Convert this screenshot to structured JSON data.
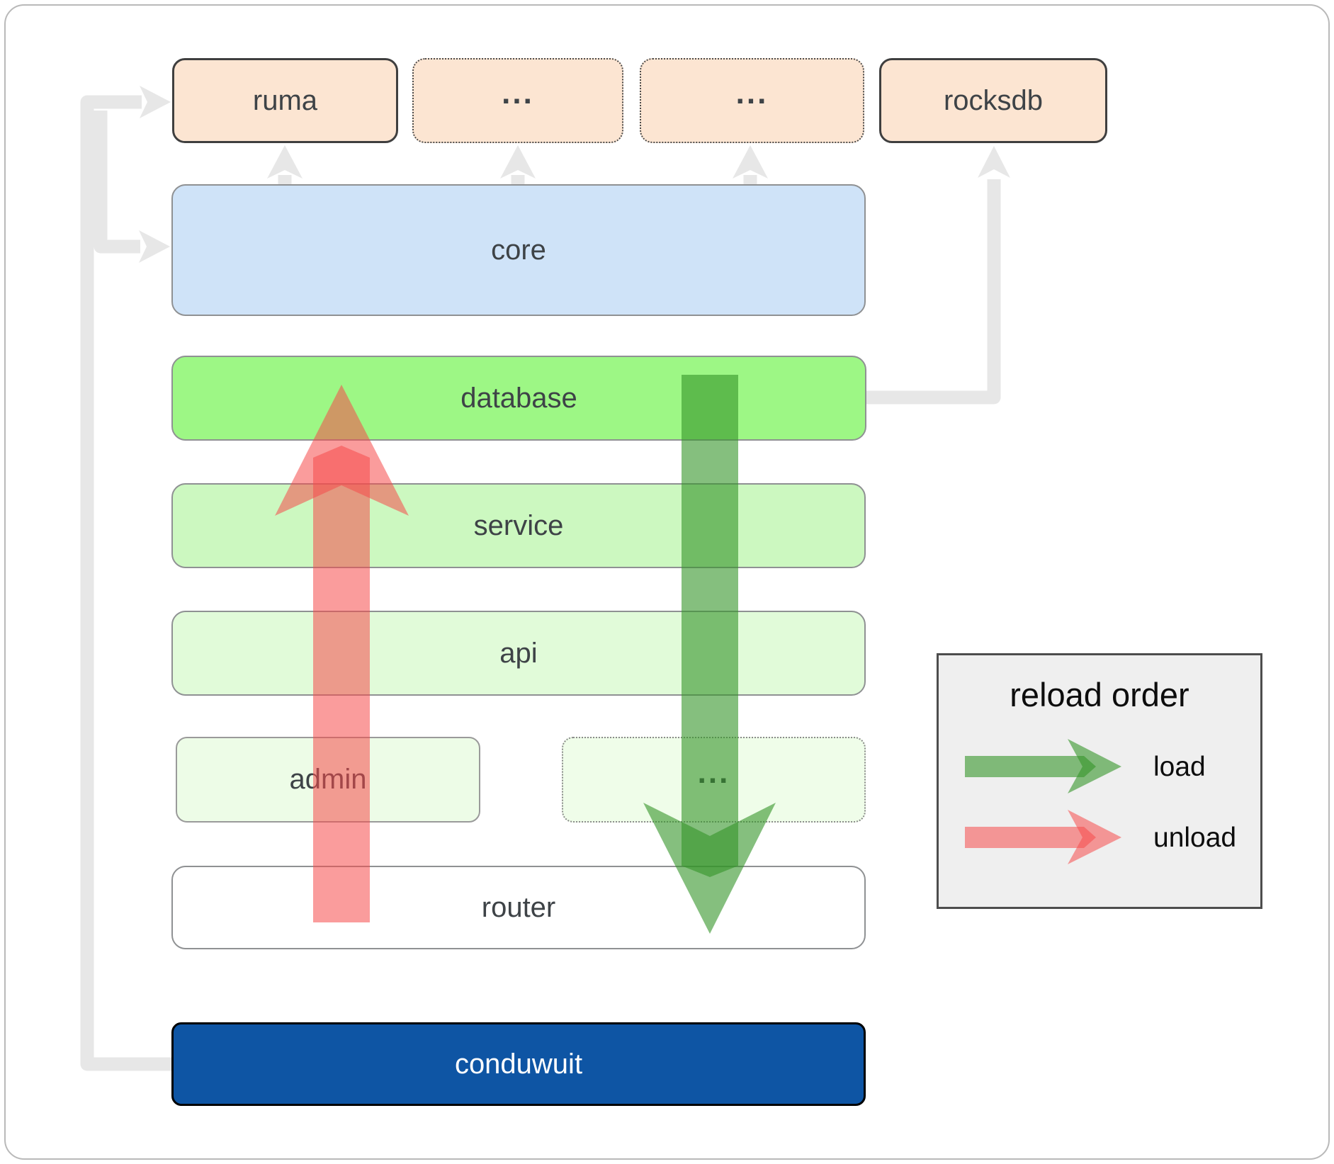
{
  "nodes": {
    "ruma": {
      "label": "ruma"
    },
    "crates_more_1": {
      "label": "..."
    },
    "crates_more_2": {
      "label": "..."
    },
    "rocksdb": {
      "label": "rocksdb"
    },
    "core": {
      "label": "core"
    },
    "database": {
      "label": "database"
    },
    "service": {
      "label": "service"
    },
    "api": {
      "label": "api"
    },
    "admin": {
      "label": "admin"
    },
    "services_more": {
      "label": "..."
    },
    "router": {
      "label": "router"
    },
    "conduwuit": {
      "label": "conduwuit"
    }
  },
  "legend": {
    "title": "reload order",
    "load_label": "load",
    "unload_label": "unload"
  },
  "colors": {
    "crate_peach": "#fce5d2",
    "core_blue": "#cfe3f8",
    "database_green": "#9df785",
    "service_green": "#ccf8c0",
    "api_green": "#e1fbd9",
    "admin_green": "#edfce7",
    "conduwuit_blue": "#0e55a4",
    "load_arrow_green": "#349428",
    "unload_arrow_red": "#f54b4b",
    "connector_gray": "#e7e7e7"
  }
}
